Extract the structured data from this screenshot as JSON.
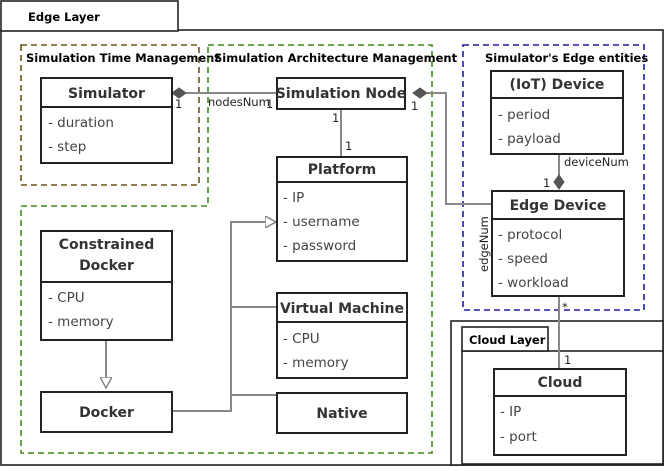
{
  "layers": {
    "edge": "Edge Layer",
    "cloud": "Cloud Layer"
  },
  "groups": {
    "time": "Simulation Time Management",
    "arch": "Simulation Architecture Management",
    "entities": "Simulator's Edge entities"
  },
  "classes": {
    "simulator": {
      "name": "Simulator",
      "attrs": [
        "duration",
        "step"
      ]
    },
    "sim_node": {
      "name": "Simulation Node",
      "attrs": []
    },
    "platform": {
      "name": "Platform",
      "attrs": [
        "IP",
        "username",
        "password"
      ]
    },
    "iot_device": {
      "name": "(IoT) Device",
      "attrs": [
        "period",
        "payload"
      ]
    },
    "edge_device": {
      "name": "Edge Device",
      "attrs": [
        "protocol",
        "speed",
        "workload"
      ]
    },
    "constrained": {
      "name_line1": "Constrained",
      "name_line2": "Docker",
      "attrs": [
        "CPU",
        "memory"
      ]
    },
    "vm": {
      "name": "Virtual Machine",
      "attrs": [
        "CPU",
        "memory"
      ]
    },
    "docker": {
      "name": "Docker",
      "attrs": []
    },
    "native": {
      "name": "Native",
      "attrs": []
    },
    "cloud": {
      "name": "Cloud",
      "attrs": [
        "IP",
        "port"
      ]
    }
  },
  "relations": {
    "sim_node_simulator": {
      "role": "nodesNum",
      "mult_sim": "1",
      "mult_node": "1"
    },
    "sim_node_platform": {
      "mult_node": "1",
      "mult_platform": "1"
    },
    "iot_edge": {
      "role": "deviceNum",
      "mult": "1"
    },
    "node_edge": {
      "role": "edgeNum",
      "mult": "1"
    },
    "edge_cloud": {
      "mult_edge": "*",
      "mult_cloud": "1"
    }
  },
  "attr_prefix": "- ",
  "colors": {
    "time_group": "#6b5518",
    "arch_group": "#3f8c1c",
    "entities_group": "#1a1aa3",
    "class_border": "#222222",
    "line": "#888888"
  }
}
